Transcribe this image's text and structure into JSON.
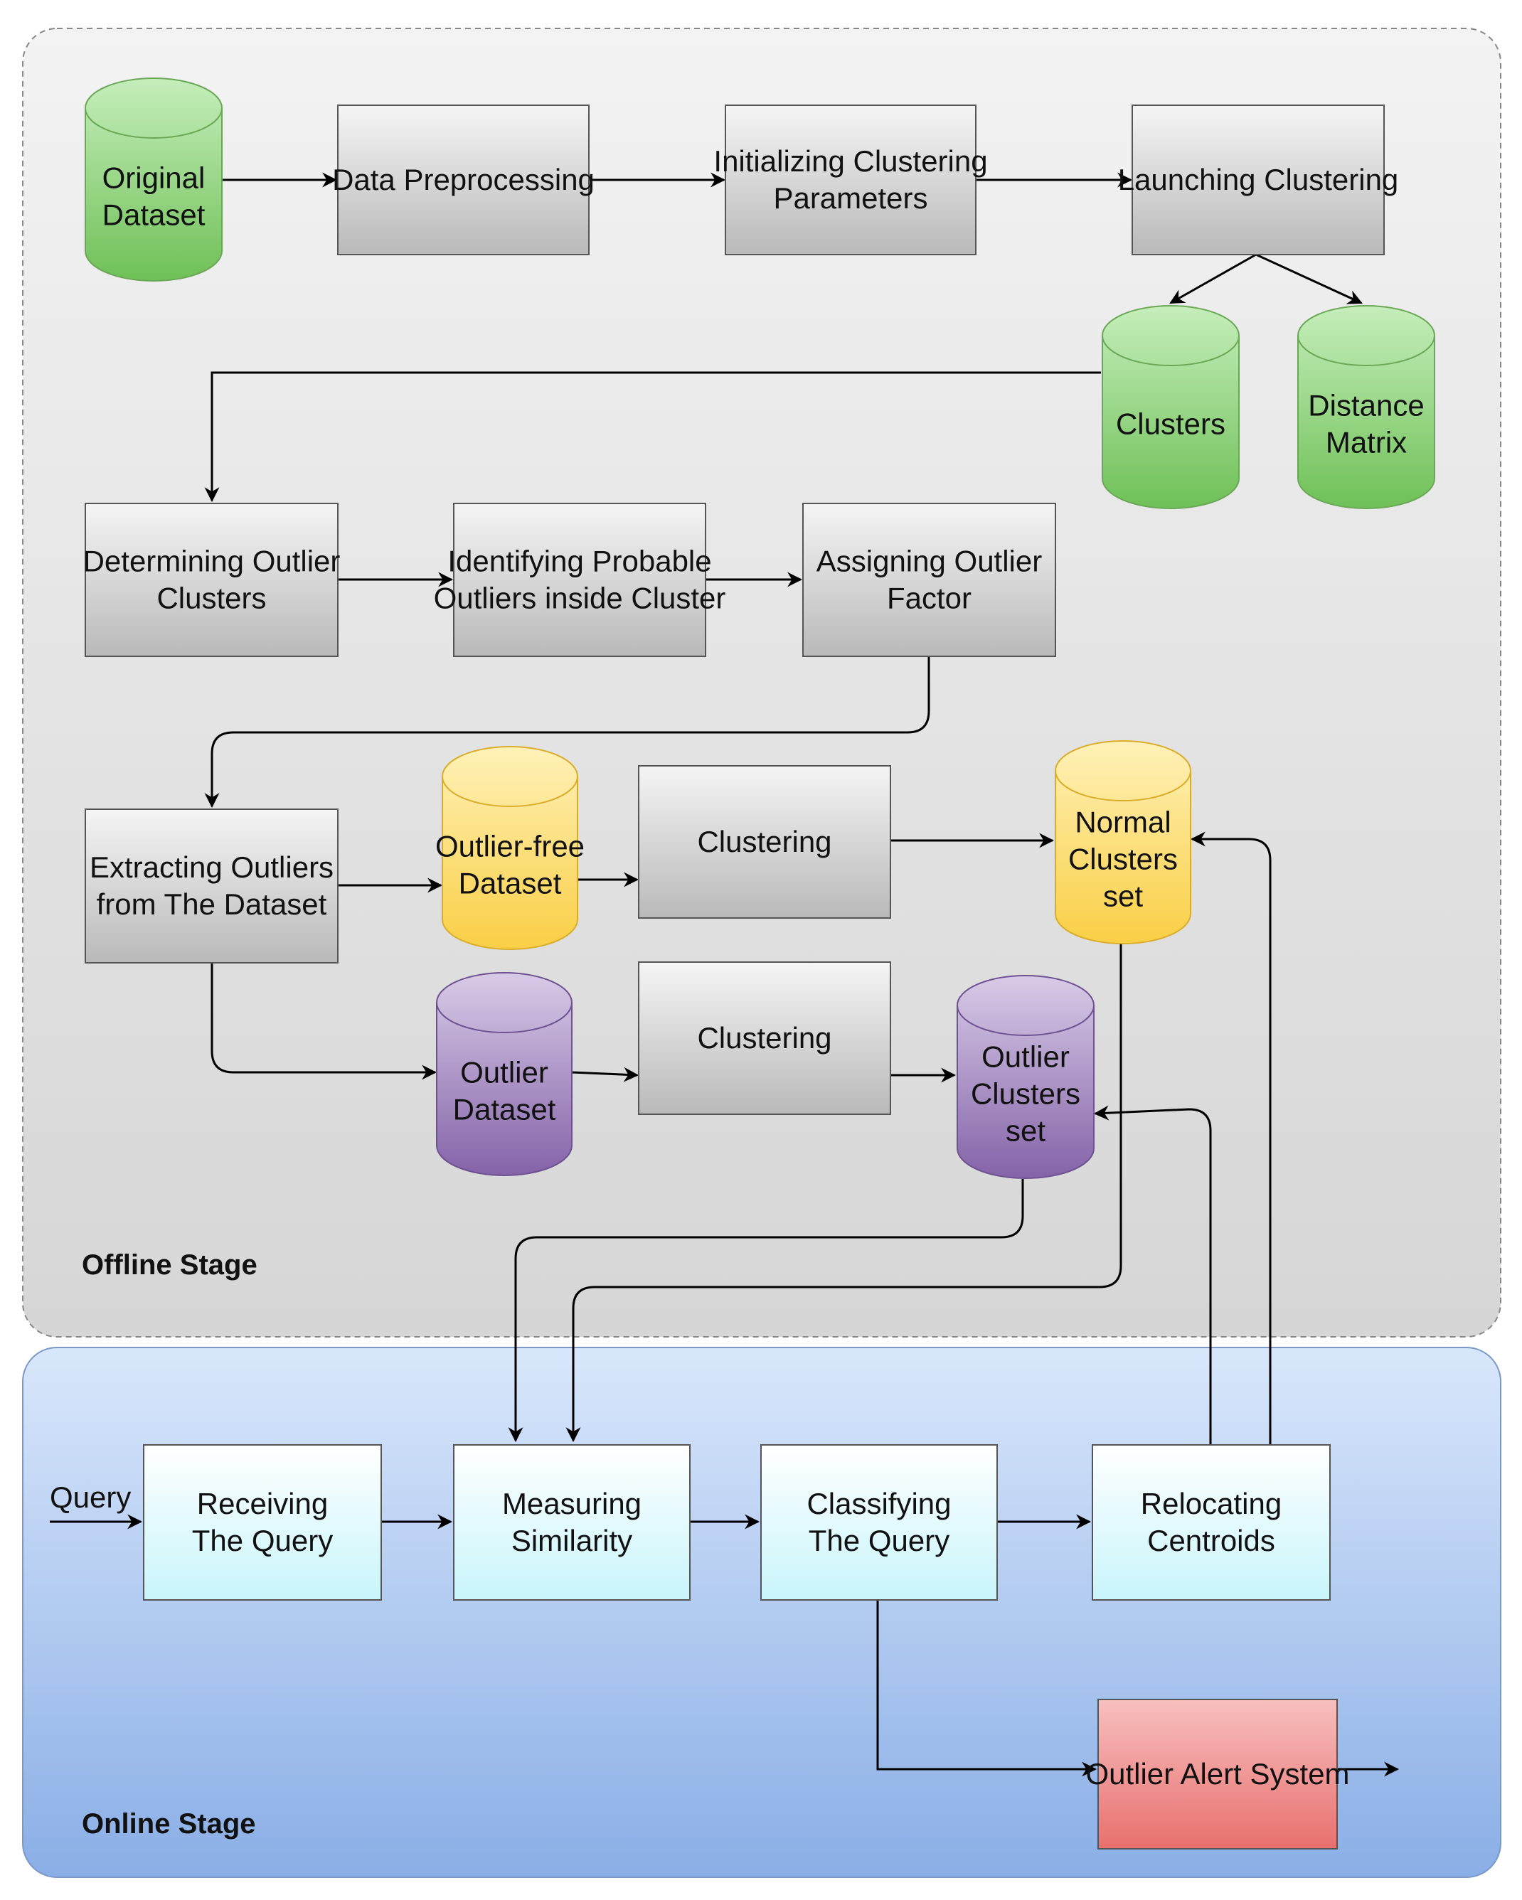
{
  "stages": {
    "offline": "Offline Stage",
    "online": "Online Stage"
  },
  "colors": {
    "process": "#d4d4d4",
    "database_green": "#8fd07a",
    "database_yellow": "#fde07a",
    "database_purple": "#a48abf",
    "online_process": "#dffbff",
    "alert": "#ee8a88",
    "offline_bg": "#e3e3e3",
    "online_bg": "#a8c4ee"
  },
  "nodes": {
    "original_dataset": [
      "Original",
      "Dataset"
    ],
    "data_preprocessing": [
      "Data Preprocessing"
    ],
    "init_clustering": [
      "Initializing Clustering",
      "Parameters"
    ],
    "launching_clustering": [
      "Launching Clustering"
    ],
    "clusters": [
      "Clusters"
    ],
    "distance_matrix": [
      "Distance",
      "Matrix"
    ],
    "determining_outlier": [
      "Determining Outlier",
      "Clusters"
    ],
    "identifying_probable": [
      "Identifying Probable",
      "Outliers inside Cluster"
    ],
    "assigning_factor": [
      "Assigning Outlier",
      "Factor"
    ],
    "extracting_outliers": [
      "Extracting Outliers",
      "from The Dataset"
    ],
    "outlier_free_dataset": [
      "Outlier-free",
      "Dataset"
    ],
    "clustering_normal": [
      "Clustering"
    ],
    "normal_clusters_set": [
      "Normal",
      "Clusters",
      "set"
    ],
    "outlier_dataset": [
      "Outlier",
      "Dataset"
    ],
    "clustering_outlier": [
      "Clustering"
    ],
    "outlier_clusters_set": [
      "Outlier",
      "Clusters",
      "set"
    ],
    "query": [
      "Query"
    ],
    "receiving_query": [
      "Receiving",
      "The Query"
    ],
    "measuring_similarity": [
      "Measuring",
      "Similarity"
    ],
    "classifying_query": [
      "Classifying",
      "The Query"
    ],
    "relocating_centroids": [
      "Relocating",
      "Centroids"
    ],
    "outlier_alert": [
      "Outlier Alert System"
    ]
  }
}
